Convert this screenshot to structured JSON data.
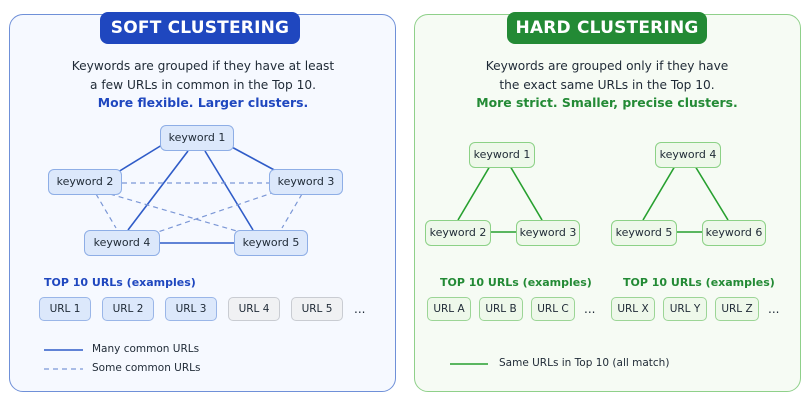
{
  "soft": {
    "title": "SOFT CLUSTERING",
    "desc_line1": "Keywords are grouped if they have at least",
    "desc_line2": "a few URLs in common in the Top 10.",
    "tagline": "More flexible. Larger clusters.",
    "nodes": [
      "keyword 1",
      "keyword 2",
      "keyword 3",
      "keyword 4",
      "keyword 5"
    ],
    "urls_title": "TOP 10 URLs (examples)",
    "urls": [
      "URL 1",
      "URL 2",
      "URL 3",
      "URL 4",
      "URL 5"
    ],
    "ellipsis": "...",
    "legend_solid": "Many common URLs",
    "legend_dashed": "Some common URLs"
  },
  "hard": {
    "title": "HARD CLUSTERING",
    "desc_line1": "Keywords are grouped only if they have",
    "desc_line2": "the exact same URLs in the Top 10.",
    "tagline": "More strict. Smaller, precise clusters.",
    "nodes": [
      "keyword 1",
      "keyword 2",
      "keyword 3",
      "keyword 4",
      "keyword 5",
      "keyword 6"
    ],
    "urls_title_1": "TOP 10 URLs (examples)",
    "urls_1": [
      "URL A",
      "URL B",
      "URL C"
    ],
    "urls_title_2": "TOP 10 URLs (examples)",
    "urls_2": [
      "URL X",
      "URL Y",
      "URL Z"
    ],
    "ellipsis": "...",
    "legend_solid": "Same URLs in Top 10 (all match)"
  },
  "colors": {
    "soft_accent": "#1f47bf",
    "soft_edge": "#2f5cc8",
    "soft_dashed": "#7b97d6",
    "hard_accent": "#238a35",
    "hard_edge": "#27a02f"
  }
}
